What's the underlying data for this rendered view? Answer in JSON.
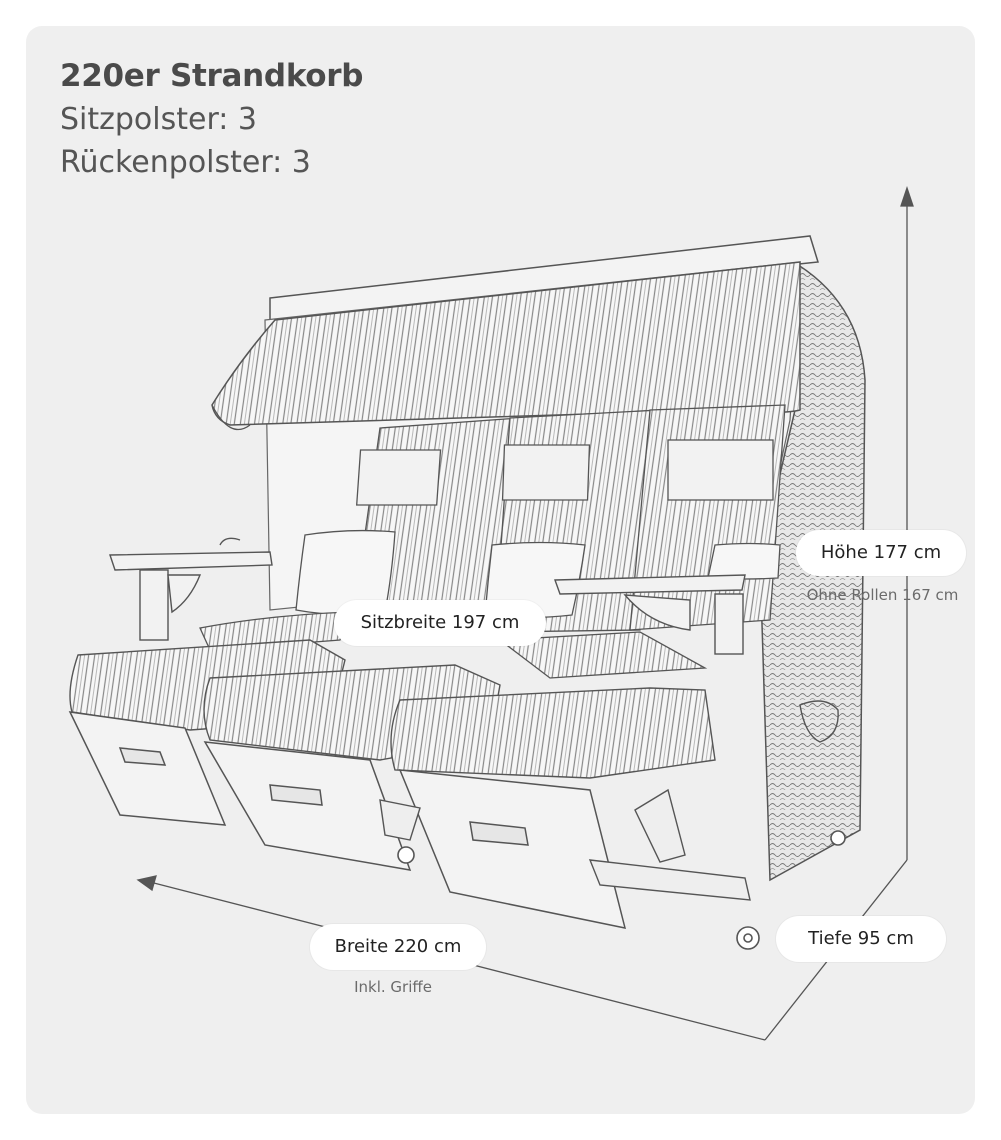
{
  "header": {
    "title": "220er Strandkorb",
    "seat_cushions": "Sitzpolster: 3",
    "back_cushions": "Rückenpolster: 3"
  },
  "dimensions": {
    "height": {
      "label": "Höhe 177 cm",
      "note": "Ohne Rollen 167 cm"
    },
    "seat_width": {
      "label": "Sitzbreite 197 cm"
    },
    "width": {
      "label": "Breite 220 cm",
      "note": "Inkl. Griffe"
    },
    "depth": {
      "label": "Tiefe 95 cm"
    }
  },
  "colors": {
    "background": "#efefef",
    "line": "#555555",
    "pill": "#ffffff"
  }
}
